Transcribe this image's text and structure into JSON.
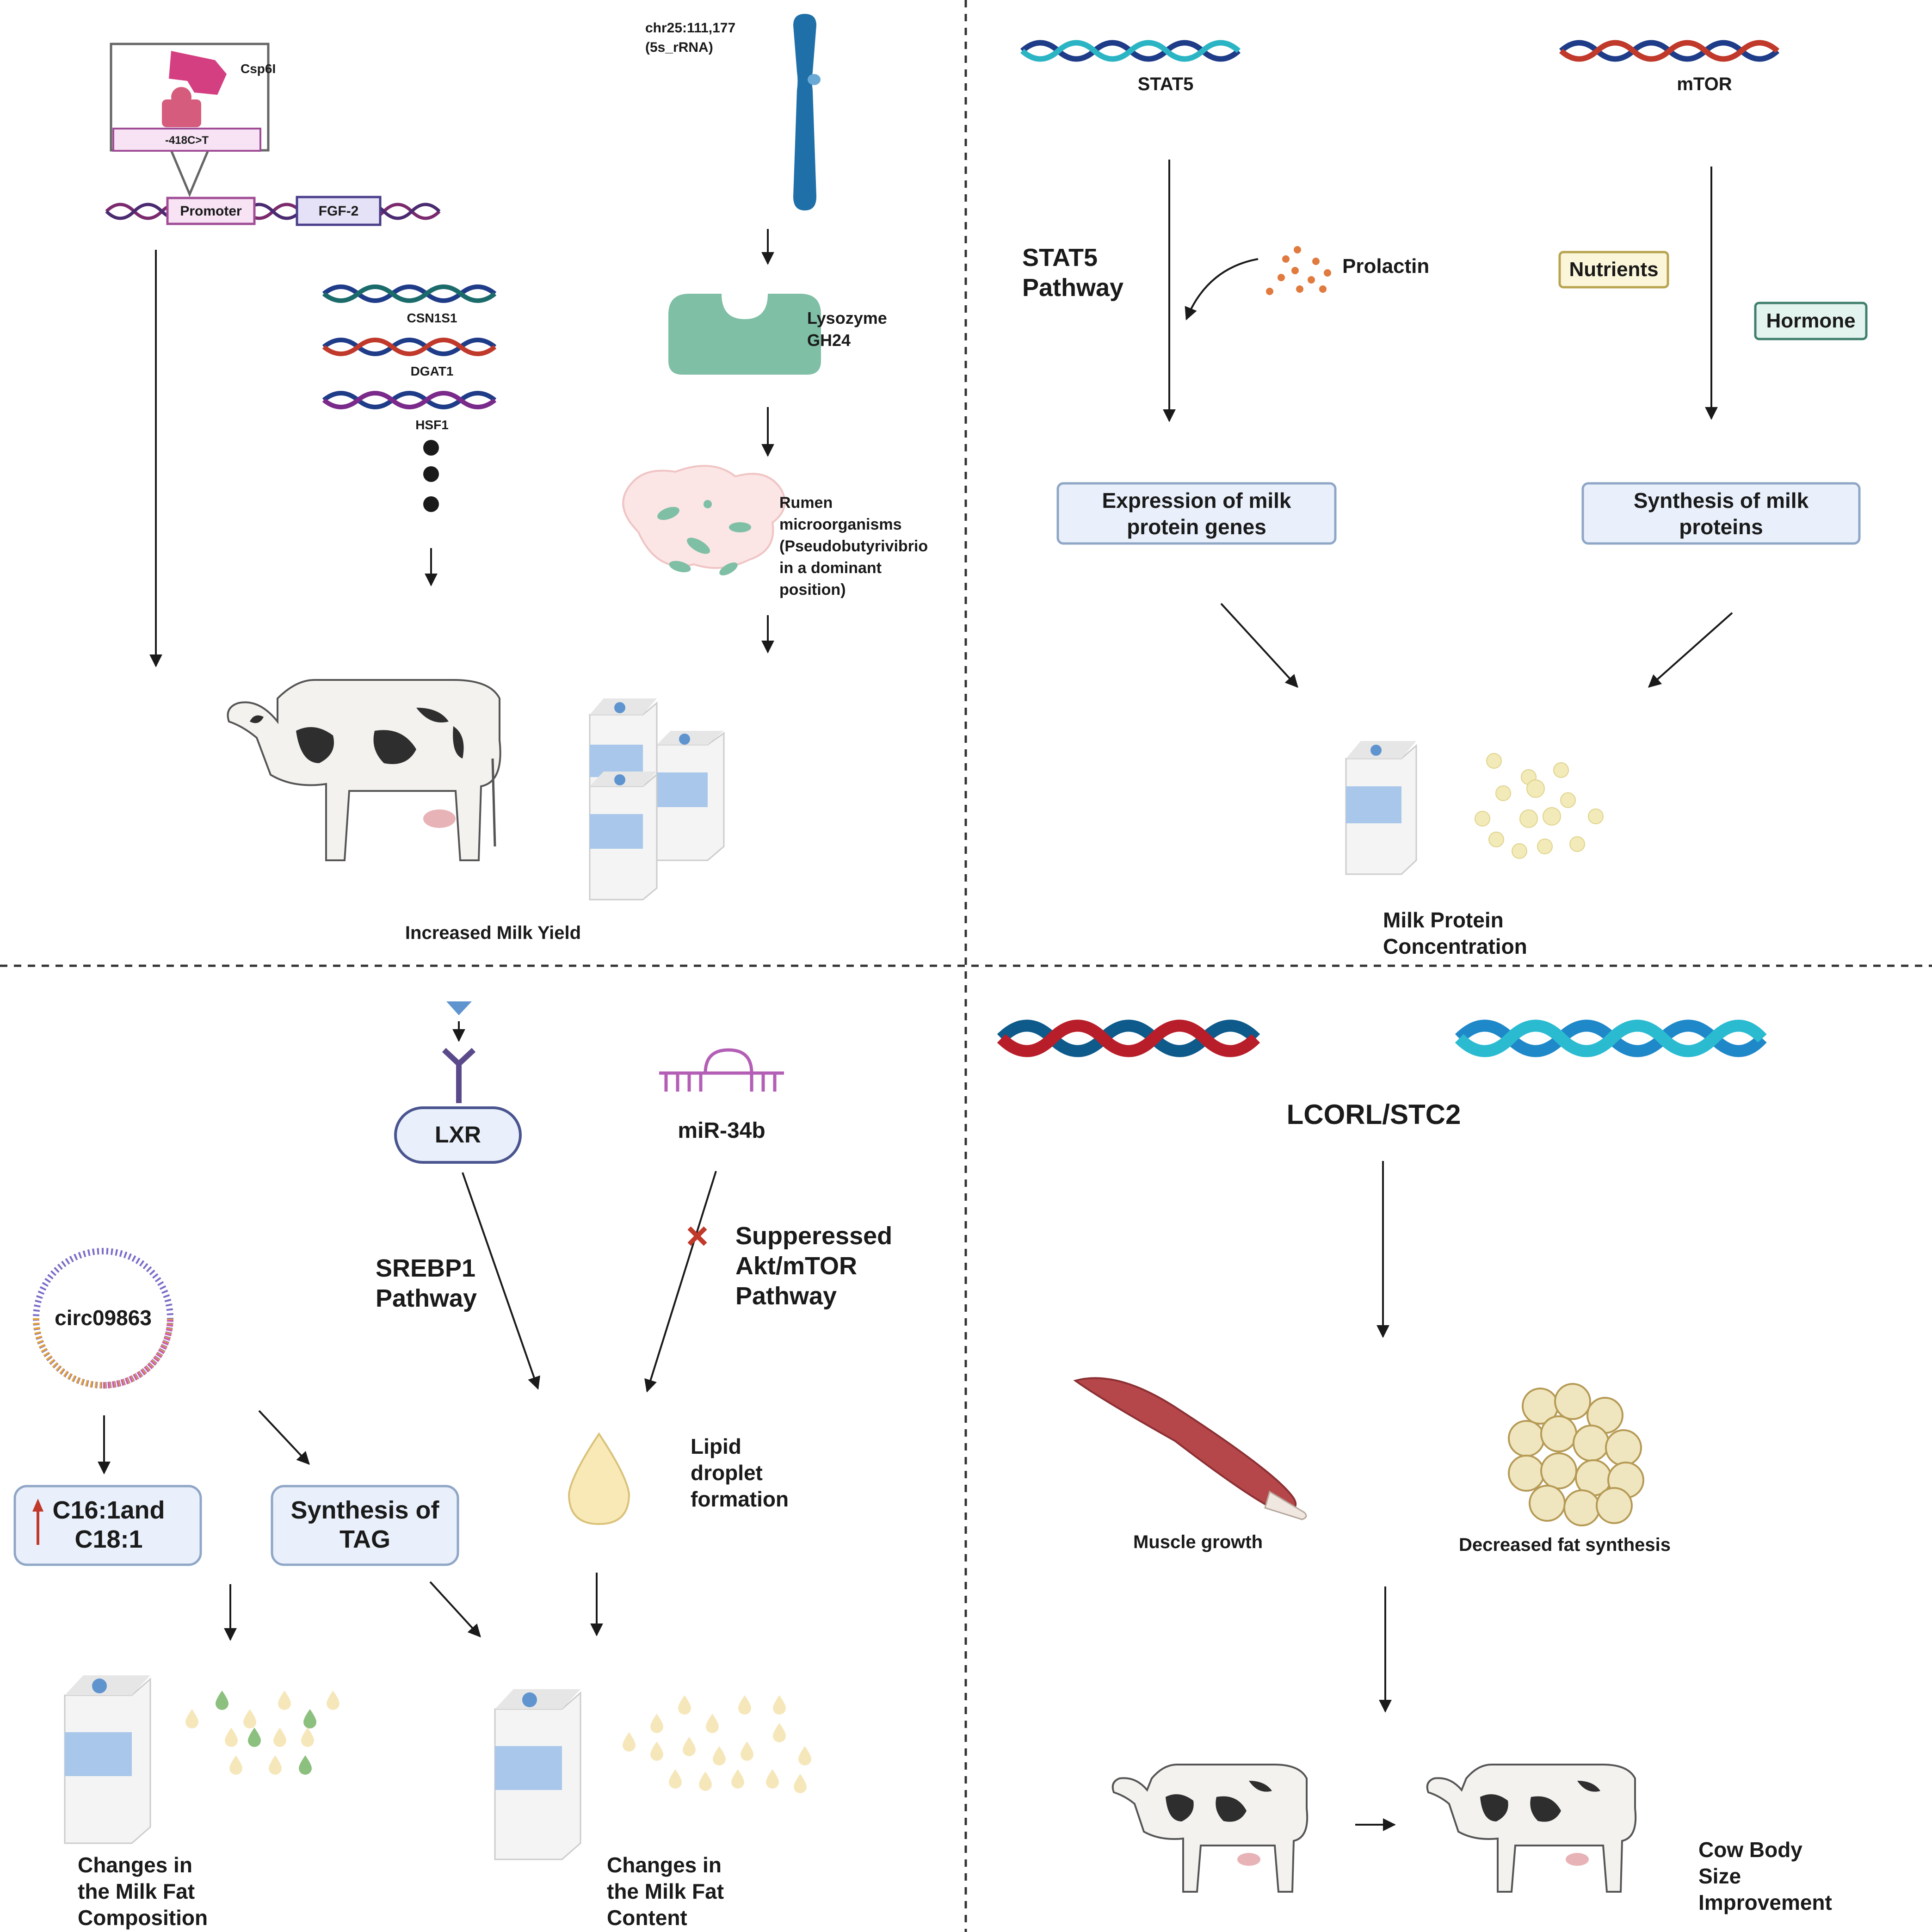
{
  "colors": {
    "background": "#ffffff",
    "ink": "#1a1a1a",
    "box_fill": "#e9f0fb",
    "box_stroke": "#8fa6c6",
    "nutrients_fill": "#fbf6d9",
    "nutrients_stroke": "#b8a44e",
    "hormone_fill": "#e3f3ee",
    "hormone_stroke": "#3f7f6d",
    "milk_blue": "#a9c7ea",
    "fat_drop": "#f6e7bb",
    "green_drop": "#8cc07e",
    "red_mark": "#c0392b"
  },
  "q1": {
    "enzyme": "Csp6I",
    "snp": "-418C>T",
    "promoter": "Promoter",
    "gene": "FGF-2",
    "genes": [
      "CSN1S1",
      "DGAT1",
      "HSF1"
    ],
    "chromosome_locus": "chr25:111,177",
    "chromosome_note": "(5s_rRNA)",
    "lysozyme": [
      "Lysozyme",
      "GH24"
    ],
    "rumen": [
      "Rumen",
      "microorganisms",
      "(Pseudobutyrivibrio",
      "in a dominant",
      "position)"
    ],
    "outcome": "Increased Milk Yield"
  },
  "q2": {
    "gene_left": "STAT5",
    "gene_right": "mTOR",
    "pathway": [
      "STAT5",
      "Pathway"
    ],
    "prolactin": "Prolactin",
    "nutrients": "Nutrients",
    "hormone": "Hormone",
    "box_left": [
      "Expression of milk",
      "protein genes"
    ],
    "box_right": [
      "Synthesis of milk",
      "proteins"
    ],
    "outcome": [
      "Milk Protein",
      "Concentration"
    ]
  },
  "q3": {
    "receptor": "LXR",
    "mirna": "miR-34b",
    "pathway_left": [
      "SREBP1",
      "Pathway"
    ],
    "pathway_right": [
      "Supperessed",
      "Akt/mTOR",
      "Pathway"
    ],
    "circ": "circ09863",
    "box_fatty": [
      "C16:1and",
      "C18:1"
    ],
    "box_tag": [
      "Synthesis of",
      "TAG"
    ],
    "lipid": [
      "Lipid",
      "droplet",
      "formation"
    ],
    "outcome_left": [
      "Changes in",
      "the Milk Fat",
      "Composition"
    ],
    "outcome_right": [
      "Changes in",
      "the Milk Fat",
      "Content"
    ]
  },
  "q4": {
    "genes": "LCORL/STC2",
    "muscle": "Muscle growth",
    "fat": "Decreased fat synthesis",
    "outcome": [
      "Cow Body",
      "Size",
      "Improvement"
    ]
  }
}
